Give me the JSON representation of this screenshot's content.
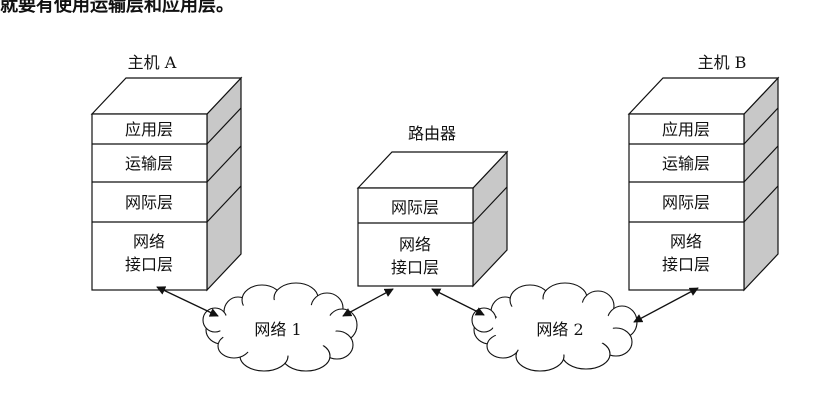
{
  "top_fragment": "就要有使用运输层和应用层。",
  "host_a": {
    "title": "主机 A",
    "layers": [
      "应用层",
      "运输层",
      "网际层",
      "网络",
      "接口层"
    ]
  },
  "host_b": {
    "title": "主机 B",
    "layers": [
      "应用层",
      "运输层",
      "网际层",
      "网络",
      "接口层"
    ]
  },
  "router": {
    "title": "路由器",
    "layers": [
      "网际层",
      "网络",
      "接口层"
    ]
  },
  "network1": {
    "label": "网络 1"
  },
  "network2": {
    "label": "网络 2"
  }
}
